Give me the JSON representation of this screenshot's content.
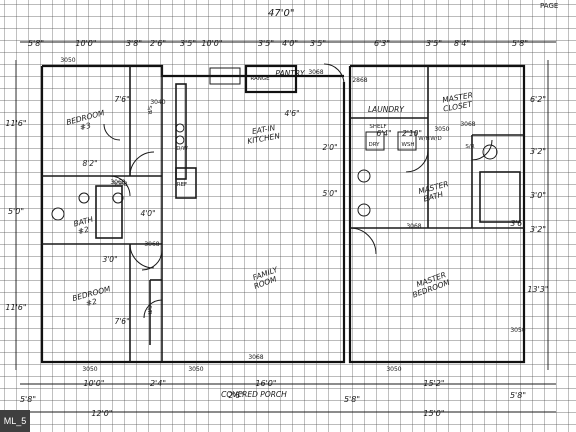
{
  "image_label": "ML_5",
  "rooms": {
    "bedroom3": [
      "BEDROOM",
      "#3"
    ],
    "bath2": [
      "BATH",
      "#2"
    ],
    "bedroom2": [
      "BEDROOM",
      "#2"
    ],
    "eat_in_kitchen": [
      "EAT-IN",
      "KITCHEN"
    ],
    "pantry": "PANTRY",
    "laundry": "LAUNDRY",
    "master_closet": [
      "MASTER",
      "CLOSET"
    ],
    "master_bath": [
      "MASTER",
      "BATH"
    ],
    "family_room": [
      "FAMILY",
      "ROOM"
    ],
    "master_bedroom": [
      "MASTER",
      "BEDROOM"
    ],
    "covered_porch": "COVERED PORCH"
  },
  "dims_top": [
    "5'8\"",
    "10'0\"",
    "3'8\"",
    "2'6\"",
    "3'5\"",
    "10'0\"",
    "3'5\"",
    "4'0\"",
    "3'5\"",
    "6'3\"",
    "3'5\"",
    "8'4\"",
    "5'8\""
  ],
  "dims_left": [
    "11'6\"",
    "5'0\"",
    "11'6\""
  ],
  "dims_right": [
    "6'2\"",
    "3'2\"",
    "3'0\"",
    "3'2\"",
    "13'3\""
  ],
  "dims_bottom": [
    "5'8\"",
    "10'0\"",
    "2'4\"",
    "16'0\"",
    "5'8\"",
    "15'2\"",
    "5'8\"",
    "12'0\"",
    "15'0\""
  ],
  "dims_interior": [
    "8'2\"",
    "7'6\"",
    "4'6\"",
    "4'0\"",
    "3'0\"",
    "2'0\"",
    "5'0\"",
    "7'6\"",
    "2'6\"",
    "6'4\"",
    "2'10\"",
    "3'6\""
  ],
  "door_codes": [
    "3050",
    "3040",
    "3068",
    "3068",
    "3050",
    "3068",
    "3050",
    "3068",
    "3050",
    "3050",
    "3050",
    "3068",
    "2868",
    "3068",
    "3068"
  ],
  "fixtures": [
    "S/R",
    "S/R",
    "REF",
    "D/W",
    "W/H",
    "DRY",
    "WSH",
    "W/D",
    "S/R",
    "SHELF",
    "RANGE"
  ],
  "page_top_right": "PAGE",
  "bottom_dims_extra": [
    "2'4\"",
    "3'5\""
  ]
}
